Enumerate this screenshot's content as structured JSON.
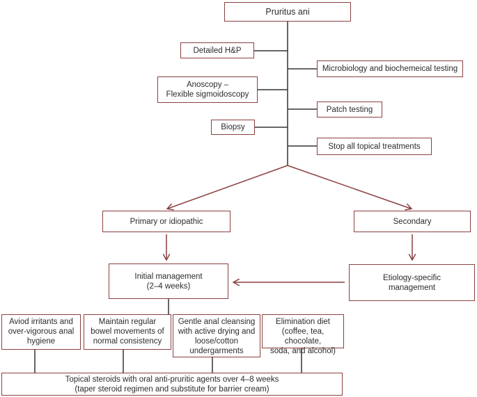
{
  "flowchart": {
    "root": "Pruritus ani",
    "workup": {
      "history": "Detailed H&P",
      "microbiology": "Microbiology and biochemeical testing",
      "anoscopy": "Anoscopy –\nFlexible sigmoidoscopy",
      "patch": "Patch testing",
      "biopsy": "Biopsy",
      "stop_topicals": "Stop all topical treatments"
    },
    "primary": "Primary or idiopathic",
    "secondary": "Secondary",
    "initial_management": "Initial management\n(2–4 weeks)",
    "etiology_specific": "Etiology-specific\nmanagement",
    "measures": {
      "irritants": "Aviod irritants and\nover-vigorous anal\nhygiene",
      "bowel": "Maintain regular\nbowel movements of\nnormal consistency",
      "cleansing": "Gentle anal cleansing\nwith active drying and\nloose/cotton\nundergarments",
      "diet": "Elimination diet\n(coffee, tea, chocolate,\nsoda, and alcohol)"
    },
    "final": "Topical steroids with oral anti-pruritic agents over 4–8 weeks\n(taper steroid regimen and substitute for barrier cream)"
  }
}
